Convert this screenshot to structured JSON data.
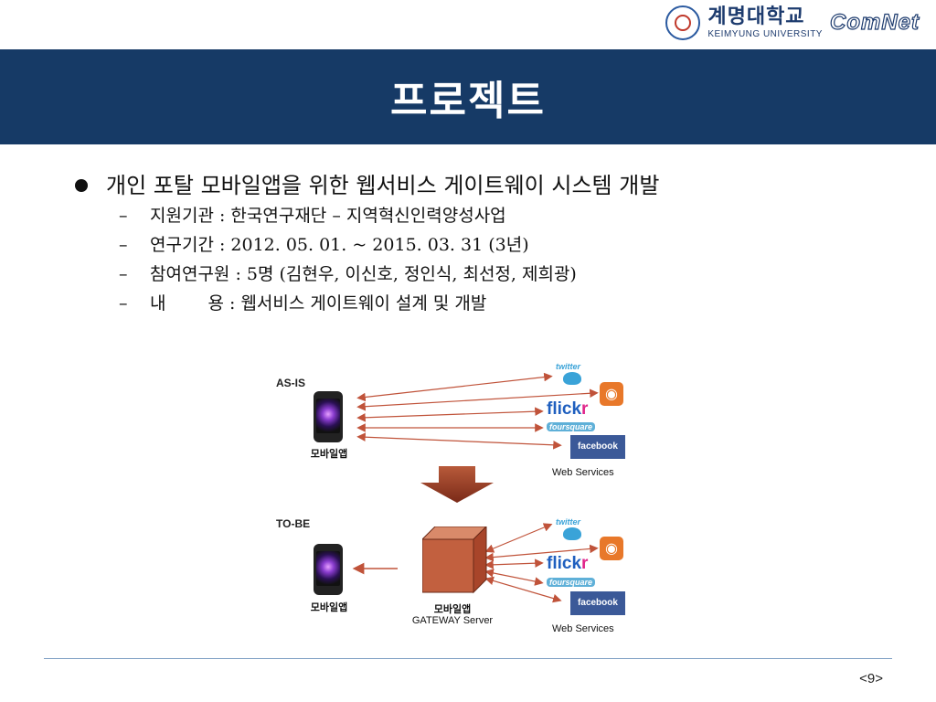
{
  "header": {
    "university_ko": "계명대학교",
    "university_en": "KEIMYUNG UNIVERSITY",
    "lab_logo": "ComNet"
  },
  "slide": {
    "title": "프로젝트",
    "bullet": "개인 포탈 모바일앱을 위한 웹서비스 게이트웨이 시스템 개발",
    "items": [
      "지원기관 : 한국연구재단 – 지역혁신인력양성사업",
      "연구기간 : 2012. 05. 01. ~ 2015. 03. 31 (3년)",
      "참여연구원 : 5명 (김현우, 이신호, 정인식, 최선정, 제희광)"
    ],
    "item4_left": "내",
    "item4_right": "용 : 웹서비스 게이트웨이 설계 및 개발",
    "page_number": "<9>"
  },
  "diagram": {
    "as_is_label": "AS-IS",
    "to_be_label": "TO-BE",
    "mobile_app": "모바일앱",
    "gateway_app": "모바일앱",
    "gateway_server": "GATEWAY Server",
    "web_services": "Web Services",
    "twitter": "twitter",
    "flickr_blue": "flick",
    "flickr_pink": "r",
    "foursquare": "foursquare",
    "facebook": "facebook",
    "arrow_color": "#c0533a",
    "accent_navy": "#163a66"
  }
}
